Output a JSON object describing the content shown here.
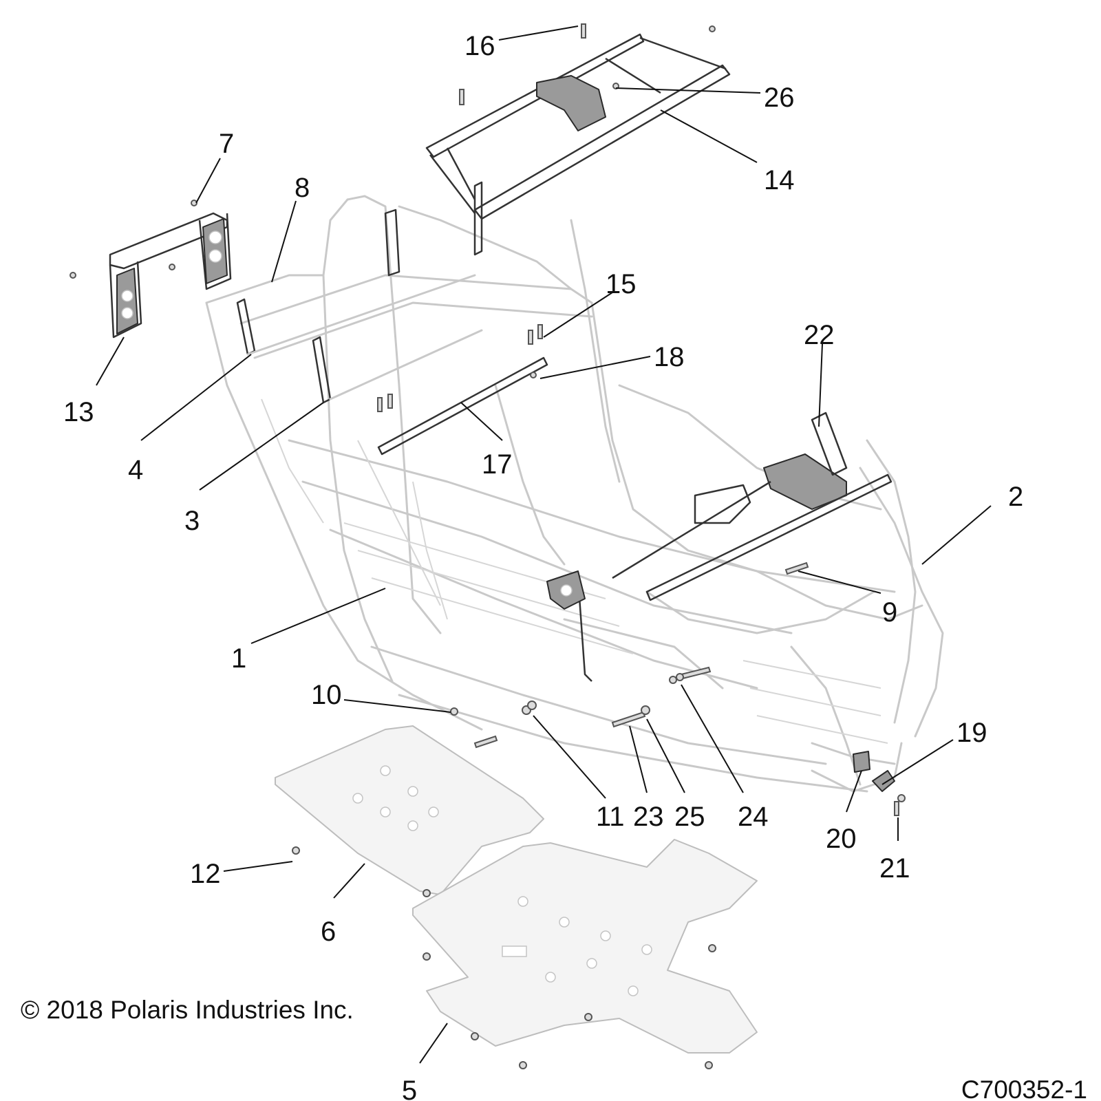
{
  "diagram": {
    "callouts": [
      {
        "id": "1",
        "label": "1"
      },
      {
        "id": "2",
        "label": "2"
      },
      {
        "id": "3",
        "label": "3"
      },
      {
        "id": "4",
        "label": "4"
      },
      {
        "id": "5",
        "label": "5"
      },
      {
        "id": "6",
        "label": "6"
      },
      {
        "id": "7",
        "label": "7"
      },
      {
        "id": "8",
        "label": "8"
      },
      {
        "id": "9",
        "label": "9"
      },
      {
        "id": "10",
        "label": "10"
      },
      {
        "id": "11",
        "label": "11"
      },
      {
        "id": "12",
        "label": "12"
      },
      {
        "id": "13",
        "label": "13"
      },
      {
        "id": "14",
        "label": "14"
      },
      {
        "id": "15",
        "label": "15"
      },
      {
        "id": "16",
        "label": "16"
      },
      {
        "id": "17",
        "label": "17"
      },
      {
        "id": "18",
        "label": "18"
      },
      {
        "id": "19",
        "label": "19"
      },
      {
        "id": "20",
        "label": "20"
      },
      {
        "id": "21",
        "label": "21"
      },
      {
        "id": "22",
        "label": "22"
      },
      {
        "id": "23",
        "label": "23"
      },
      {
        "id": "24",
        "label": "24"
      },
      {
        "id": "25",
        "label": "25"
      },
      {
        "id": "26",
        "label": "26"
      }
    ],
    "copyright": "© 2018 Polaris Industries Inc.",
    "figure_id": "C700352-1"
  }
}
